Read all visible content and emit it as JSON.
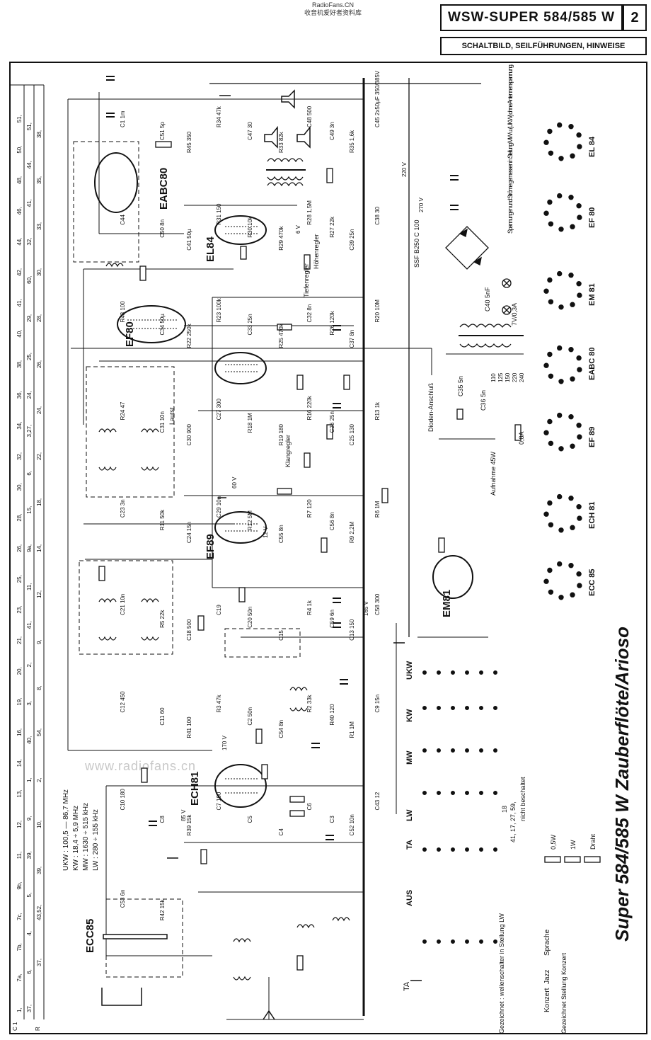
{
  "header": {
    "title": "WSW-SUPER 584/585 W",
    "page_number": "2",
    "subtitle": "SCHALTBILD, SEILFÜHRUNGEN, HINWEISE"
  },
  "watermark": {
    "top_line1": "RadioFans.CN",
    "top_line2": "收音机爱好者资料库",
    "middle": "www.radiofans.cn"
  },
  "model_title": "Super 584/585 W Zauberflöte/Arioso",
  "tubes": {
    "ecc85": "ECC85",
    "ech81": "ECH81",
    "ef89": "EF89",
    "ef80": "EF80",
    "eabc80": "EABC80",
    "el84": "EL84",
    "em81": "EM81"
  },
  "base_labels": [
    "EL 84",
    "EF 80",
    "EM 81",
    "EABC 80",
    "EF 89",
    "ECH 81",
    "ECC 85"
  ],
  "frequency_ranges": {
    "ukw": "UKW : 100,5 — 86,7 MHz",
    "kw": "KW : 18,4 ÷ 5,9 MHz",
    "mw": "MW : 1630 ÷ 515 kHz",
    "lw": "LW : 280 ÷ 155 kHz"
  },
  "switch_positions": [
    "AUS",
    "TA",
    "LW",
    "MW",
    "KW",
    "UKW"
  ],
  "notes": {
    "not_wired_numbers": "41, 17, 27, 59,",
    "not_wired_word": "nicht beschaltet",
    "not_wired_extra": "18",
    "drawn_range": "Gezeichnet : wellenschalter in Stellung LW",
    "drawn_position": "Gezeichnet Stellung Konzert",
    "sound_modes": [
      "Konzert",
      "Jazz",
      "Sprache"
    ],
    "voltage_note": "Spannungen und Ströme gemessen in Stellung MW u. (UKW) ohne Antennenspannung.",
    "resistor_legend": [
      "0,5W",
      "1W",
      "Draht"
    ],
    "aufnahme": "Aufnahme 45W",
    "dioden_anschluss": "Dioden-Anschluß",
    "ta_label": "TA",
    "tone_labels": [
      "Klangregler",
      "Lautst.",
      "Tiefenregler",
      "Höhenregler"
    ]
  },
  "left_ruler": {
    "row_c1": [
      "1,",
      "7a,",
      "7b,",
      "7c,",
      "9b,",
      "11,",
      "12,",
      "13,",
      "14,",
      "16,",
      "19,",
      "20,",
      "21,",
      "23,",
      "25,",
      "26,",
      "28,",
      "30,",
      "32,",
      "34,",
      "36,",
      "38,",
      "40,",
      "41,",
      "42,",
      "44,",
      "46,",
      "48,",
      "50,",
      "51,"
    ],
    "row_c2": [
      "37,",
      "6,",
      "4,",
      "5,",
      "39,",
      "9,",
      "1,",
      "40,",
      "3,",
      "2,",
      "41,",
      "11,",
      "9a,",
      "15,",
      "6,",
      "3,27,",
      "24,",
      "25,",
      "29,",
      "60,",
      "32,",
      "41,",
      "44,",
      "51,"
    ],
    "row_r": [
      "",
      "37,",
      "43,52,",
      "39,",
      "10,",
      "2,",
      "54,",
      "8,",
      "9,",
      "12,",
      "14,",
      "18,",
      "22,",
      "24,",
      "26,",
      "28,",
      "30,",
      "33,",
      "35,",
      "38,"
    ],
    "row_label_c1": "C 1",
    "row_label_r": "R"
  },
  "component_labels": [
    "C1 1m",
    "C51 5p",
    "R45 350",
    "R34 47k",
    "C47 30",
    "R33 82k",
    "C48 500",
    "C49 3n",
    "R35 1,6k",
    "C45 2x50µF 350/385V",
    "C44",
    "C50 8n",
    "C41 50µ",
    "R31 150",
    "R30 10k",
    "R29 470k",
    "R28 1,5M",
    "R27 22k",
    "C39 25n",
    "C38 30",
    "R43 100",
    "C34 50µ",
    "R22 250k",
    "R23 100k",
    "C33 25n",
    "R25 470k",
    "C32 8n",
    "R26 120k",
    "C37 8n",
    "R20 10M",
    "R24 47",
    "C31 10n",
    "C30 900",
    "C27 300",
    "R18 1M",
    "R19 180",
    "R16 220k",
    "C26 25n",
    "C25 130",
    "R13 1k",
    "C23 3n",
    "R11 50k",
    "C24 15n",
    "C29 10n",
    "R12 5M",
    "C55 8n",
    "R7 120",
    "C56 8n",
    "R9 2,2M",
    "R6 1M",
    "C21 10n",
    "R5 22k",
    "C18 500",
    "C19",
    "C20 50n",
    "C15",
    "R4 1k",
    "C59 6n",
    "C13 150",
    "C58 300",
    "C12 450",
    "C11 60",
    "R41 100",
    "R3 47k",
    "C2 50n",
    "C54 8n",
    "R2 33k",
    "R40 120",
    "R1 1M",
    "C9 15n",
    "C10 180",
    "C8",
    "R39 15k",
    "C7 190",
    "C5",
    "C4",
    "C6",
    "C3",
    "C52 10n",
    "C43 12",
    "C53 6n",
    "R42 15k"
  ],
  "rail_voltages": [
    "220 V",
    "270 V",
    "170 V",
    "165 V",
    "85 V",
    "60 V",
    "12 V",
    "6 V"
  ],
  "mains": {
    "rectifier": "SSF B250 C 100",
    "transformer_taps": [
      "110",
      "125",
      "150",
      "220",
      "240"
    ],
    "fuse_primary": "0,8A",
    "fuse_secondary": "7V/0,3A",
    "cap_mains": "C40 5nF",
    "c35": "C35 5n",
    "c36": "C36 5n"
  }
}
